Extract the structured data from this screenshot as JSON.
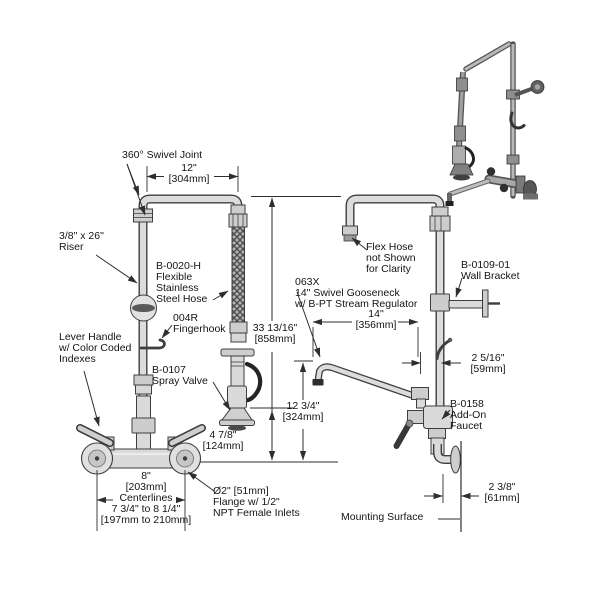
{
  "labels": {
    "swivel_joint": "360° Swivel Joint",
    "riser": "3/8\" x 26\"\nRiser",
    "flex_hose_part": "B-0020-H\nFlexible\nStainless\nSteel Hose",
    "fingerhook": "004R\nFingerhook",
    "lever_handle": "Lever Handle\nw/ Color Coded\nIndexes",
    "spray_valve": "B-0107\nSpray Valve",
    "flange": "Ø2\" [51mm]\nFlange w/ 1/2\"\nNPT Female Inlets",
    "flex_hose_note": "Flex Hose\nnot Shown\nfor Clarity",
    "wall_bracket": "B-0109-01\nWall Bracket",
    "gooseneck": "063X\n14\" Swivel Gooseneck\nw/ B-PT Stream Regulator",
    "addon_faucet": "B-0158\nAdd-On\nFaucet",
    "mounting_surface": "Mounting Surface"
  },
  "dimensions": {
    "top_width": "12\"\n[304mm]",
    "overall_height": "33 13/16\"\n[858mm]",
    "spout_height": "12 3/4\"\n[324mm]",
    "valve_height": "4 7/8\"\n[124mm]",
    "inlet_centers": "8\"\n[203mm]\nCenterlines",
    "inlet_centers_range": "7 3/4\" to 8 1/4\"\n[197mm to 210mm]",
    "gooseneck_reach": "14\"\n[356mm]",
    "gooseneck_offset": "2 5/16\"\n[59mm]",
    "wall_offset": "2 3/8\"\n[61mm]"
  },
  "colors": {
    "background": "#ffffff",
    "line": "#2e2e2e",
    "pipe_fill": "#dcdcdc",
    "pipe_stroke": "#3e3e3e",
    "dark_detail": "#2f2f2f"
  }
}
